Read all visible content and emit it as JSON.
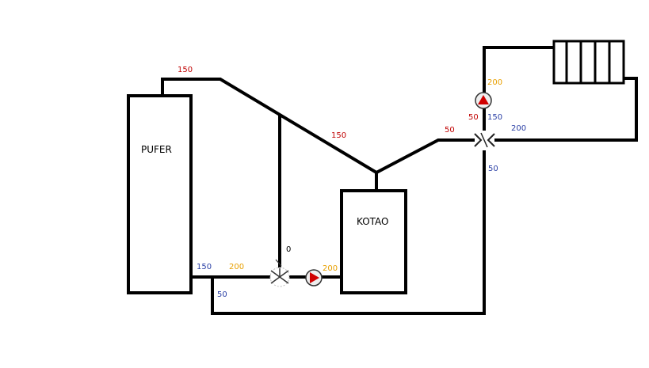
{
  "colors": {
    "red": "#c00000",
    "blue": "#2a3fa5",
    "orange": "#e8a000",
    "black": "#000000"
  },
  "components": {
    "pufer": "PUFER",
    "kotao": "KOTAO"
  },
  "labels": {
    "top_pipe_150": "150",
    "diagonal_150": "150",
    "branch_50_red": "50",
    "pump_right_200": "200",
    "valve_right_50_red": "50",
    "valve_right_150_blue": "150",
    "valve_right_200_blue": "200",
    "valve_right_50_blue": "50",
    "bottom_150_blue": "150",
    "bottom_200_orange": "200",
    "bottom_50_blue": "50",
    "valve_left_0": "0",
    "pump_left_200": "200"
  },
  "icons": {
    "pump": "circulation-pump-icon",
    "mixing_valve": "mixing-valve-icon",
    "radiator": "radiator-icon"
  }
}
